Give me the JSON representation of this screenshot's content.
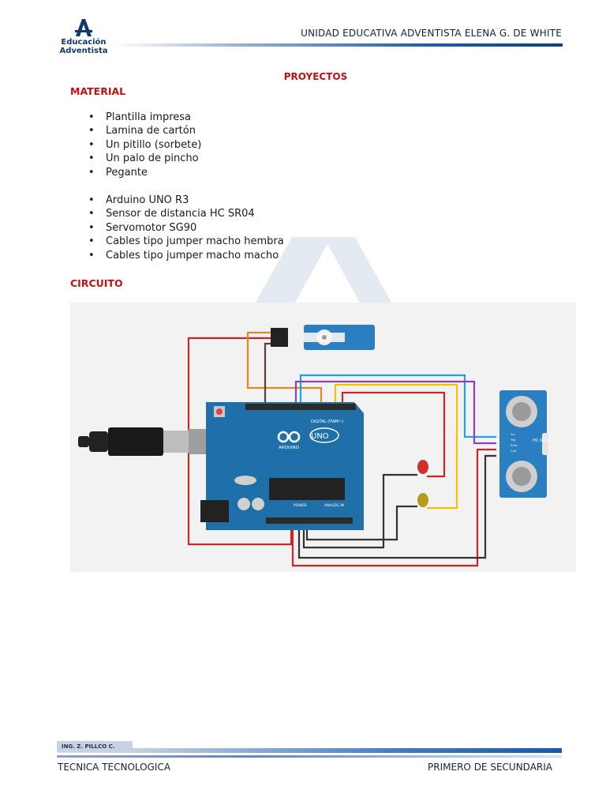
{
  "header": {
    "logo_line1": "Educación",
    "logo_line2": "Adventista",
    "school": "UNIDAD EDUCATIVA ADVENTISTA ELENA G. DE WHITE"
  },
  "title": "PROYECTOS",
  "material": {
    "heading": "MATERIAL",
    "group1": [
      "Plantilla impresa",
      "Lamina de cartón",
      "Un pitillo (sorbete)",
      "Un palo de pincho",
      "Pegante"
    ],
    "group2": [
      "Arduino UNO R3",
      "Sensor de distancia HC SR04",
      "Servomotor SG90",
      "Cables tipo jumper macho hembra",
      "Cables tipo jumper macho macho"
    ]
  },
  "circuit": {
    "heading": "CIRCUITO",
    "board_brand": "ARDUINO",
    "board_model": "UNO",
    "digital_label": "DIGITAL (PWM~)",
    "power_label": "POWER",
    "analog_label": "ANALOG IN",
    "sensor_label": "HC-SR04",
    "sensor_pins": [
      "Vcc",
      "Trig",
      "Echo",
      "Gnd"
    ]
  },
  "footer": {
    "author": "ING. Z. PILLCO C.",
    "left": "TECNICA TECNOLOGICA",
    "right": "PRIMERO DE SECUNDARIA"
  },
  "colors": {
    "accent_red": "#c41010",
    "navy": "#0f2340",
    "board_blue": "#1f6fa8"
  }
}
